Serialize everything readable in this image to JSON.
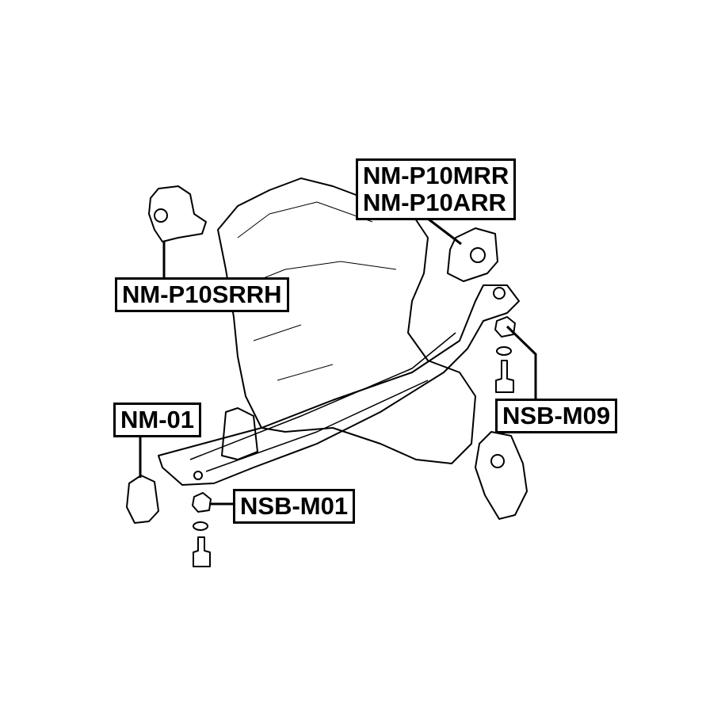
{
  "diagram": {
    "labels": {
      "rear_mount": [
        "NM-P10MRR",
        "NM-P10ARR"
      ],
      "right_mount": "NM-P10SRRH",
      "rear_bolt": "NSB-M09",
      "front_mount": "NM-01",
      "front_bolt": "NSB-M01"
    },
    "colors": {
      "line": "#000000",
      "background": "#ffffff"
    }
  }
}
